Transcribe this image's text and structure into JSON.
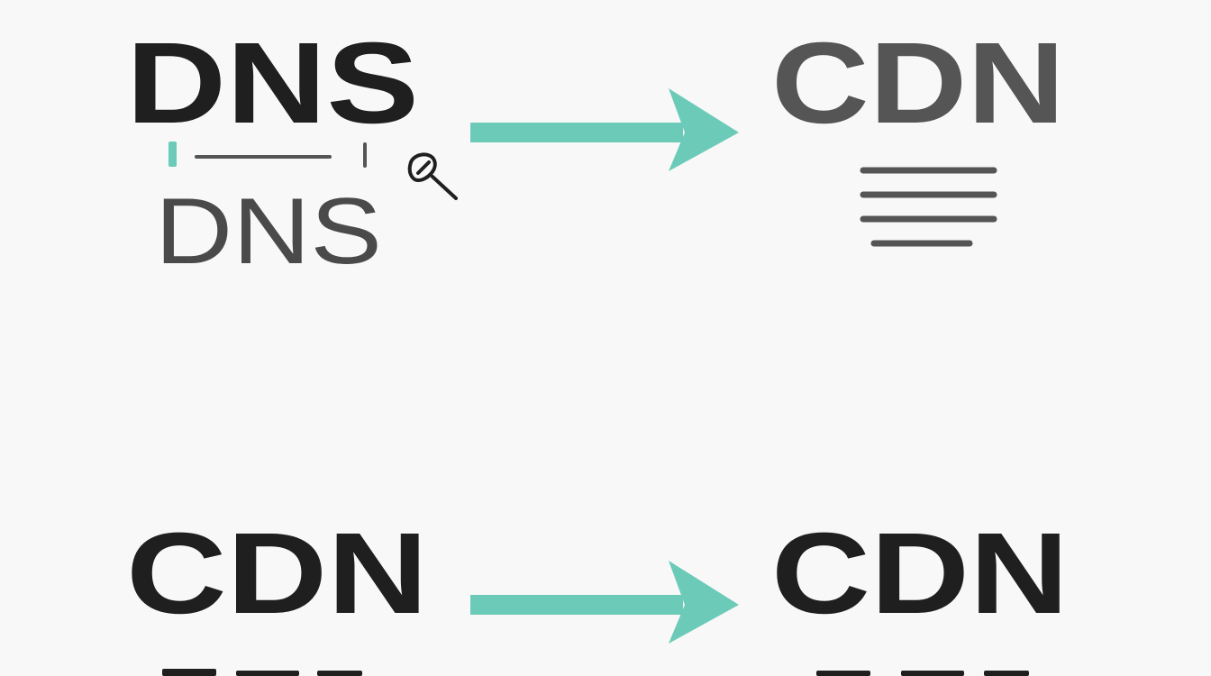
{
  "diagram": {
    "top_left_title": "DNS",
    "top_left_subtitle": "DNS",
    "top_right_title": "CDN",
    "bottom_left_title": "CDN",
    "bottom_right_title": "CDN",
    "colors": {
      "dark_text": "#1f1f1f",
      "grey_text": "#555555",
      "accent": "#6ccbb8",
      "background": "#f7f8f7"
    },
    "icons": [
      "leaf-icon"
    ]
  }
}
